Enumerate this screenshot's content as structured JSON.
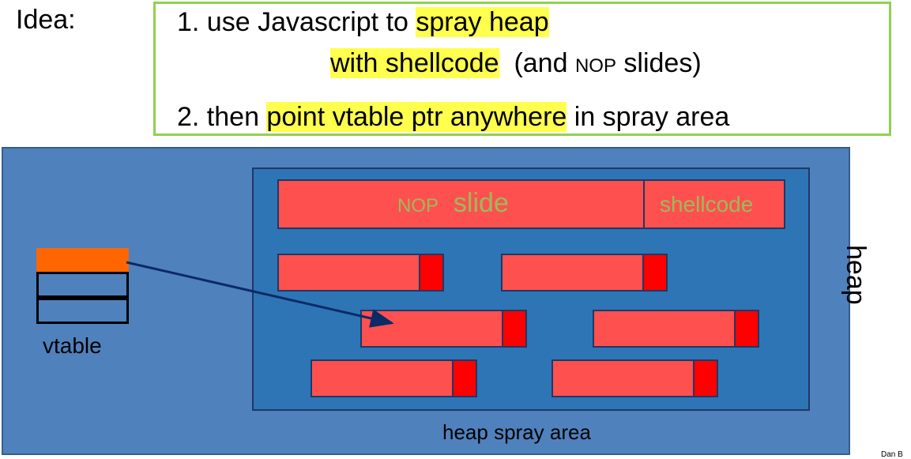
{
  "idea_label": "Idea:",
  "steps": {
    "step1_prefix": "1. use Javascript to ",
    "step1_highlight": "spray heap",
    "step1_highlight2": "with shellcode",
    "step1_suffix_open": "  (and ",
    "step1_nop": "NOP",
    "step1_suffix_close": " slides)",
    "step2_prefix": "2. then ",
    "step2_highlight": "point vtable ptr anywhere",
    "step2_suffix": " in spray area"
  },
  "diagram": {
    "nop_small": "NOP",
    "nop_slide": "slide",
    "shellcode": "shellcode",
    "vtable": "vtable",
    "spray_area": "heap spray area",
    "heap": "heap"
  },
  "credit": "Dan B",
  "colors": {
    "heap_region": "#4f81bd",
    "spray_region": "#2e75b6",
    "block": "#ff5050",
    "block_end": "#ff0000",
    "vtable_ptr": "#ff6600",
    "highlight": "#ffff4d",
    "label_green": "#9bbb59",
    "box_border": "#8fd14f",
    "arrow": "#0b2a66"
  }
}
